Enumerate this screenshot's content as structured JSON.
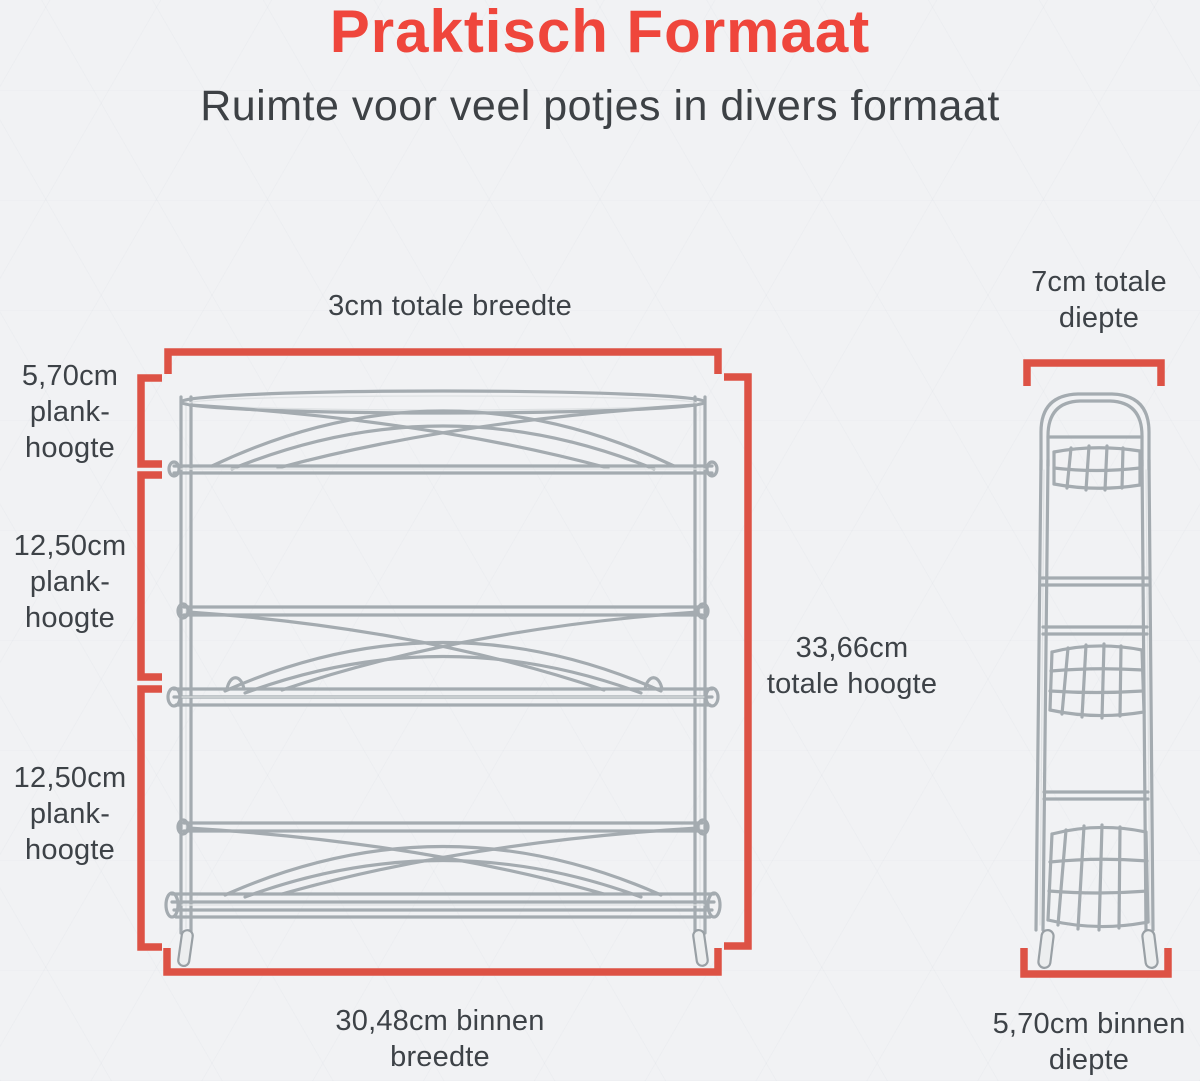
{
  "header": {
    "title": "Praktisch Formaat",
    "subtitle": "Ruimte voor veel potjes in divers formaat"
  },
  "front_view": {
    "total_width_label": "3cm totale breedte",
    "total_height_label": [
      "33,66cm",
      "totale hoogte"
    ],
    "inner_width_label": [
      "30,48cm binnen",
      "breedte"
    ],
    "shelf_height_labels": [
      [
        "5,70cm",
        "plank-",
        "hoogte"
      ],
      [
        "12,50cm",
        "plank-",
        "hoogte"
      ],
      [
        "12,50cm",
        "plank-",
        "hoogte"
      ]
    ]
  },
  "side_view": {
    "total_depth_label": [
      "7cm totale",
      "diepte"
    ],
    "inner_depth_label": [
      "5,70cm binnen",
      "diepte"
    ]
  },
  "colors": {
    "title_red": "#ef463c",
    "bracket_red": "#dd5245",
    "text_dark": "#3d4247",
    "background": "#f1f2f4",
    "wire_gray": "#a4abb0"
  }
}
